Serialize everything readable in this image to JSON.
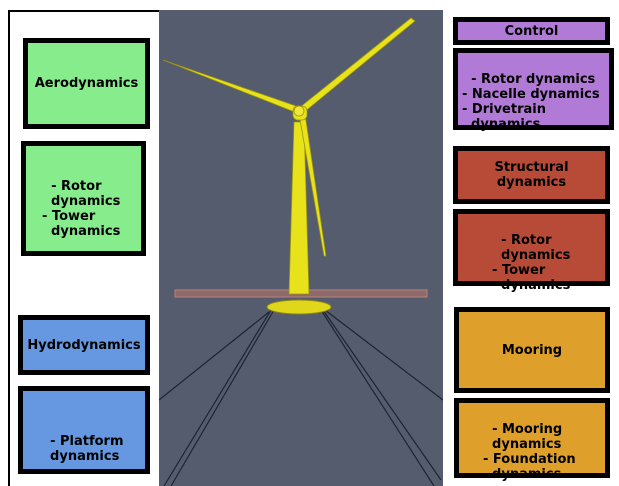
{
  "colors": {
    "aero": "#86ec8c",
    "hydro": "#6598e0",
    "control": "#b07ad6",
    "structural": "#b74b37",
    "mooring": "#dea02a",
    "render_bg": "#545c6d",
    "turbine": "#e8e21a"
  },
  "aerodynamics": {
    "title": "Aerodynamics",
    "items": "- Rotor\n  dynamics\n- Tower\n  dynamics"
  },
  "hydrodynamics": {
    "title": "Hydrodynamics",
    "items": "- Platform\n  dynamics"
  },
  "control": {
    "title": "Control",
    "items": "- Rotor dynamics\n- Nacelle dynamics\n- Drivetrain\n  dynamics"
  },
  "structural": {
    "title": "Structural\ndynamics",
    "items": "- Rotor\n  dynamics\n- Tower\n  dynamics"
  },
  "mooring": {
    "title": "Mooring",
    "items": "- Mooring\n  dynamics\n- Foundation\n  dynamics"
  }
}
